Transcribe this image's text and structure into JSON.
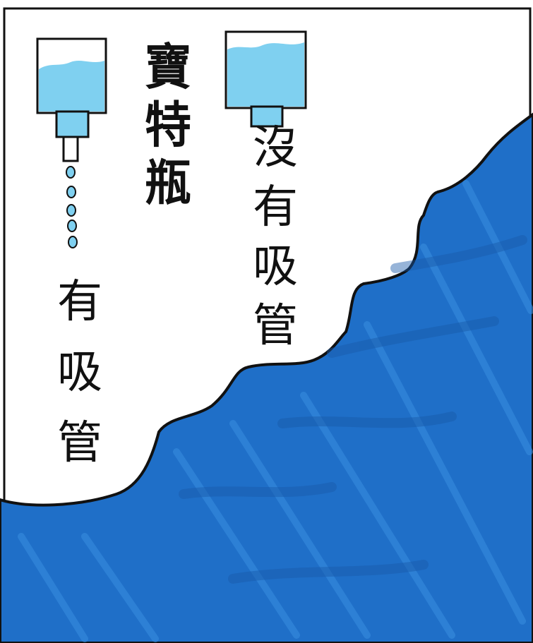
{
  "title_text": "寶特瓶",
  "label_with_straw": "有吸管",
  "label_without_straw": "沒有吸管",
  "colors": {
    "water": "#1f6fc8",
    "water_light": "#3a8fe0",
    "bottle_liquid": "#7fd0f0",
    "ink": "#111111",
    "paper": "#ffffff"
  },
  "icons": [
    "bottle-with-straw-icon",
    "bottle-without-straw-icon",
    "water-drops-icon",
    "ocean-wave-icon"
  ]
}
